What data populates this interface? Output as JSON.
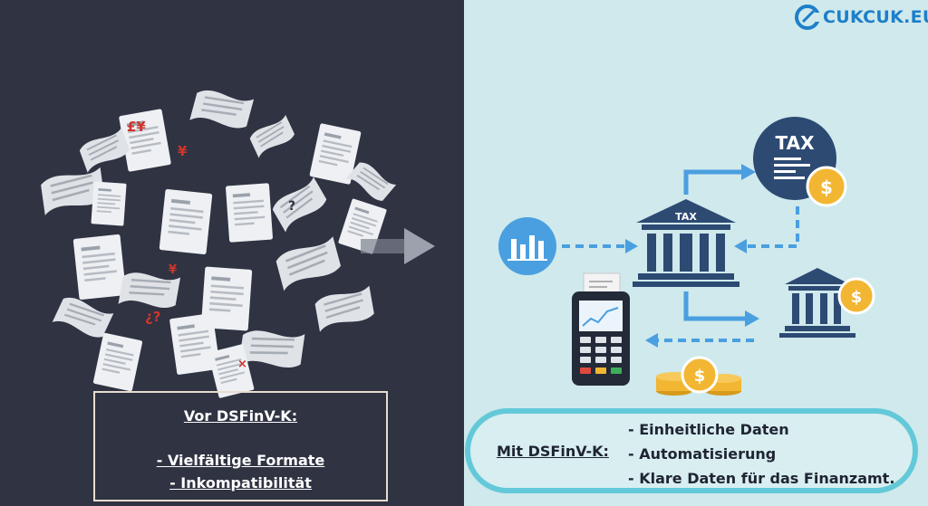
{
  "before": {
    "title": "Vor DSFinV-K:",
    "items": [
      "- Vielfältige Formate",
      "- Inkompatibilität"
    ]
  },
  "after": {
    "title": "Mit DSFinV-K:",
    "items": [
      "- Einheitliche Daten",
      "- Automatisierung",
      "- Klare Daten für das Finanzamt."
    ]
  },
  "illustration": {
    "tax_label": "TAX",
    "bank_label": "TAX",
    "receipt_marks": [
      "£¥",
      "¥",
      "$",
      "¿?",
      "¥",
      "?",
      "×"
    ]
  },
  "logo": {
    "text": "CUKCUK.EU",
    "icon": "cukcuk-logo-icon"
  },
  "colors": {
    "left_bg": "#2f3342",
    "right_bg": "#cfe9ec",
    "navy": "#2d4a73",
    "accent_blue": "#4a9fe0",
    "coin_gold": "#f2b632",
    "outline_cyan": "#63c9d8"
  }
}
